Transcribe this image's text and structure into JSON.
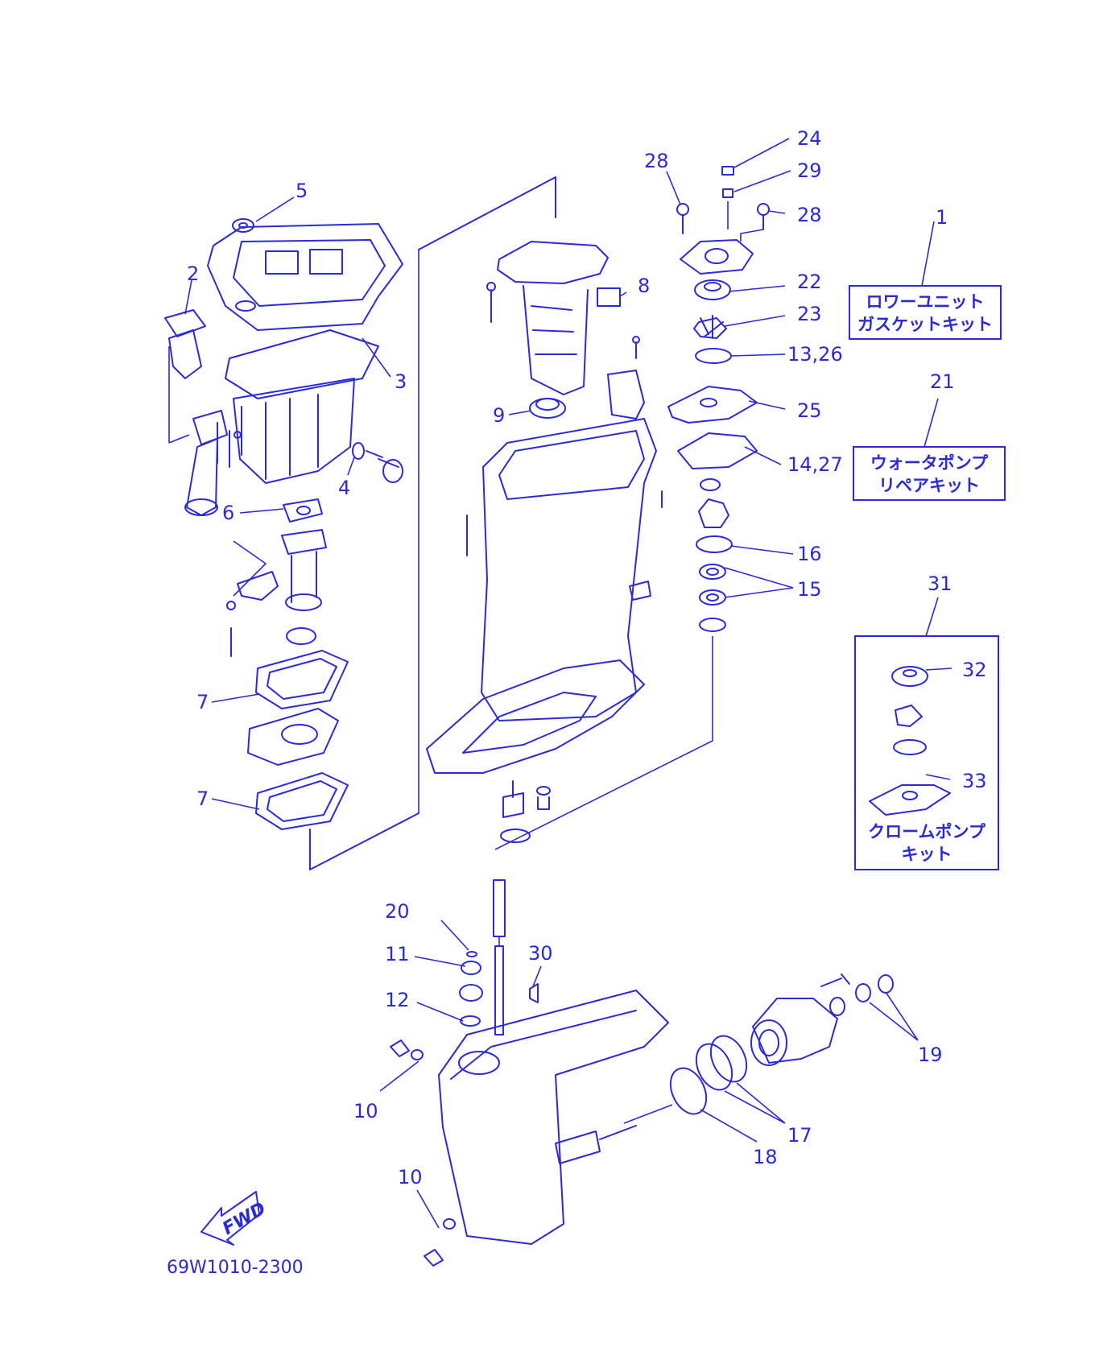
{
  "callouts": [
    {
      "id": "c1",
      "text": "1"
    },
    {
      "id": "c2",
      "text": "2"
    },
    {
      "id": "c3",
      "text": "3"
    },
    {
      "id": "c4",
      "text": "4"
    },
    {
      "id": "c5",
      "text": "5"
    },
    {
      "id": "c6",
      "text": "6"
    },
    {
      "id": "c7a",
      "text": "7"
    },
    {
      "id": "c7b",
      "text": "7"
    },
    {
      "id": "c8",
      "text": "8"
    },
    {
      "id": "c9",
      "text": "9"
    },
    {
      "id": "c10a",
      "text": "10"
    },
    {
      "id": "c10b",
      "text": "10"
    },
    {
      "id": "c11",
      "text": "11"
    },
    {
      "id": "c12",
      "text": "12"
    },
    {
      "id": "c13",
      "text": "13,26"
    },
    {
      "id": "c14",
      "text": "14,27"
    },
    {
      "id": "c15",
      "text": "15"
    },
    {
      "id": "c16",
      "text": "16"
    },
    {
      "id": "c17",
      "text": "17"
    },
    {
      "id": "c18",
      "text": "18"
    },
    {
      "id": "c19",
      "text": "19"
    },
    {
      "id": "c20",
      "text": "20"
    },
    {
      "id": "c21",
      "text": "21"
    },
    {
      "id": "c22",
      "text": "22"
    },
    {
      "id": "c23",
      "text": "23"
    },
    {
      "id": "c24",
      "text": "24"
    },
    {
      "id": "c25",
      "text": "25"
    },
    {
      "id": "c28a",
      "text": "28"
    },
    {
      "id": "c28b",
      "text": "28"
    },
    {
      "id": "c29",
      "text": "29"
    },
    {
      "id": "c30",
      "text": "30"
    },
    {
      "id": "c31",
      "text": "31"
    },
    {
      "id": "c32",
      "text": "32"
    },
    {
      "id": "c33",
      "text": "33"
    }
  ],
  "kits": {
    "gasket": {
      "line1": "ロワーユニット",
      "line2": "ガスケットキット"
    },
    "water_pump": {
      "line1": "ウォータポンプ",
      "line2": "リペアキット"
    },
    "chrome_pump": {
      "line1": "クロームポンプ",
      "line2": "キット"
    }
  },
  "fwd_label": "FWD",
  "drawing_code": "69W1010-2300",
  "colors": {
    "line": "#2a2ad8",
    "background": "#ffffff"
  }
}
